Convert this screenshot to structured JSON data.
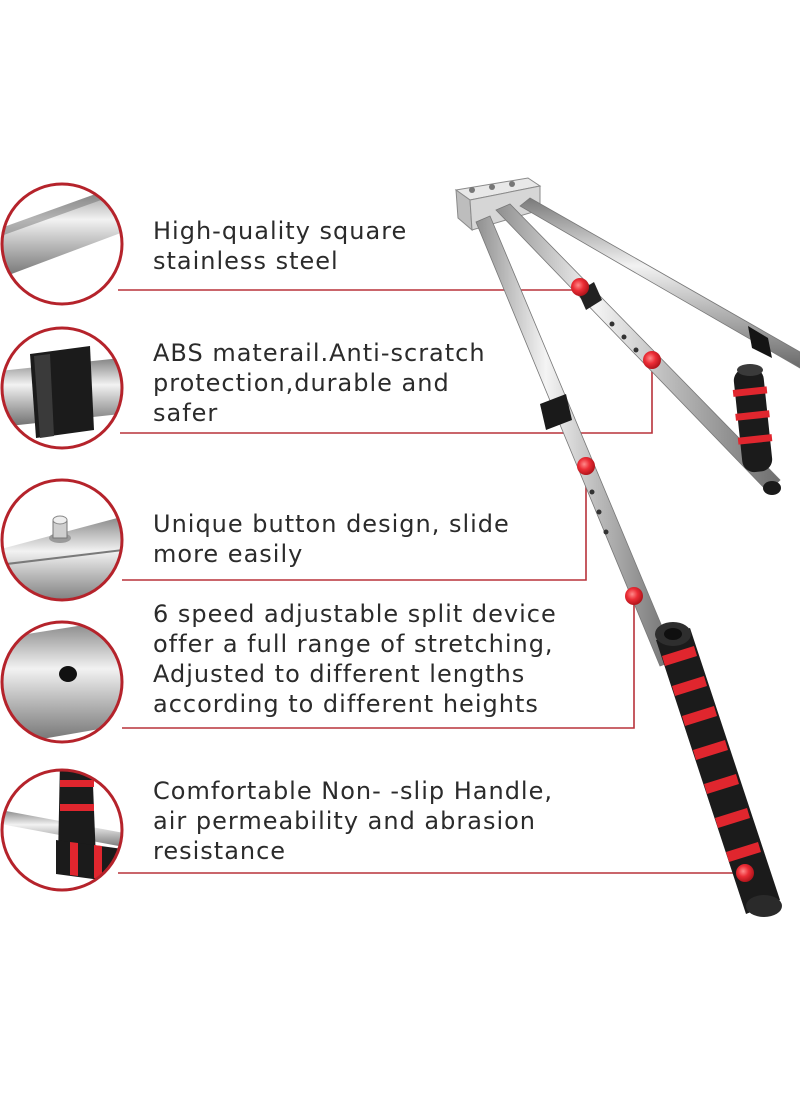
{
  "features": [
    {
      "lines": [
        "High-quality square",
        "stainless steel"
      ]
    },
    {
      "lines": [
        "ABS materail.Anti-scratch",
        "protection,durable and",
        "safer"
      ]
    },
    {
      "lines": [
        "Unique button design,  slide",
        "more easily"
      ]
    },
    {
      "lines": [
        "6 speed adjustable split device",
        "offer a full range of stretching,",
        "Adjusted to different lengths",
        "according to different heights"
      ]
    },
    {
      "lines": [
        "Comfortable Non- -slip Handle,",
        "air permeability and abrasion",
        "resistance"
      ]
    }
  ],
  "colors": {
    "accent": "#b5232b",
    "callout_line": "#b8323a",
    "foam": "#1a1a1a",
    "foam_stripe": "#e0262e",
    "steel": "#c9c9c9"
  },
  "icons": [
    "steel-tube-closeup",
    "abs-cap-closeup",
    "spring-button-closeup",
    "adjust-hole-closeup",
    "handle-closeup"
  ]
}
